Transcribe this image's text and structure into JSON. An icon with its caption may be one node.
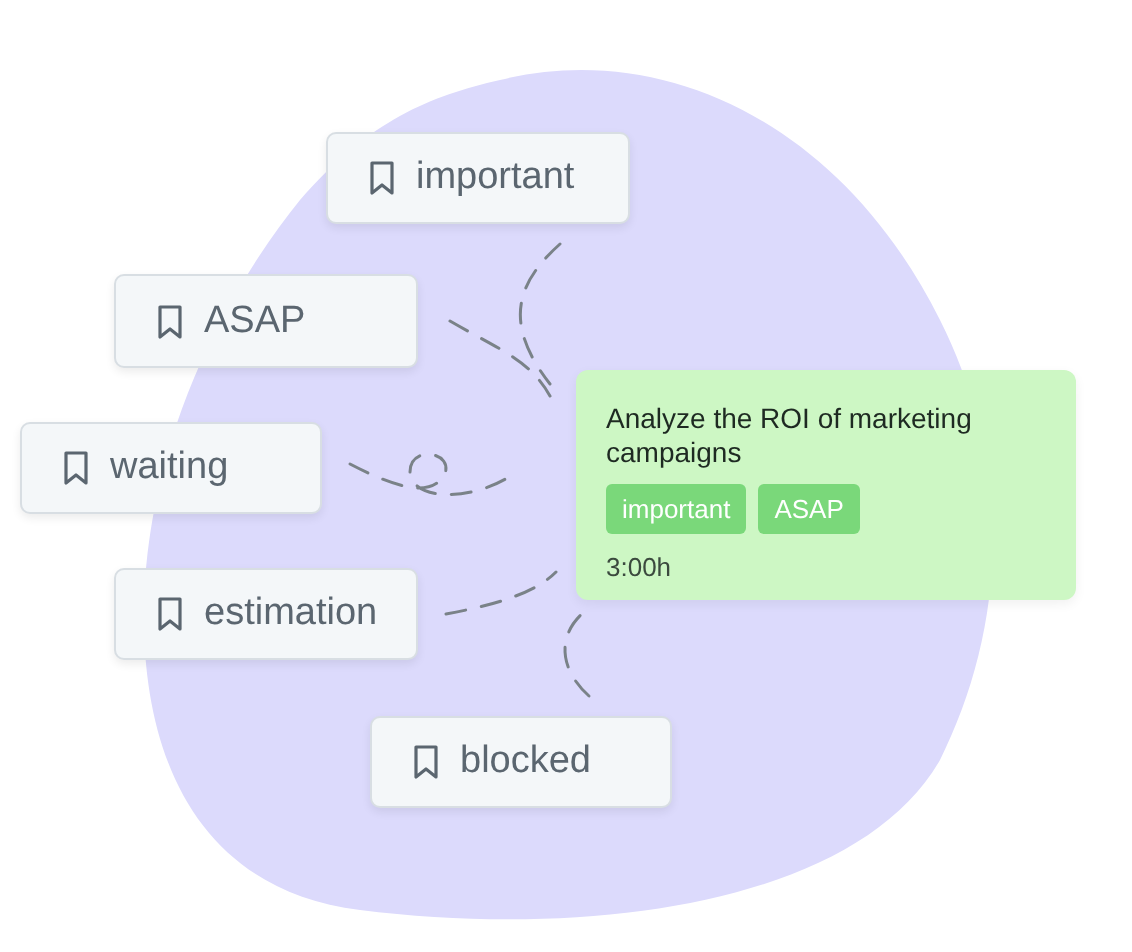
{
  "diagram": {
    "nodes": [
      {
        "text": [
          "important"
        ]
      },
      {
        "text": [
          "ASAP"
        ]
      },
      {
        "text": [
          "waiting"
        ]
      },
      {
        "text": [
          "estimation"
        ]
      },
      {
        "text": [
          "blocked"
        ]
      },
      {
        "text": [
          "Analyze the ROI of marketing campaigns",
          "important",
          "ASAP",
          "3:00h"
        ]
      }
    ],
    "edges": [
      {
        "from": 0,
        "to": 5,
        "arrow": "none",
        "style": "dashed"
      },
      {
        "from": 1,
        "to": 5,
        "arrow": "none",
        "style": "dashed"
      },
      {
        "from": 2,
        "to": 5,
        "arrow": "none",
        "style": "dashed"
      },
      {
        "from": 3,
        "to": 5,
        "arrow": "none",
        "style": "dashed"
      },
      {
        "from": 4,
        "to": 5,
        "arrow": "none",
        "style": "dashed"
      }
    ]
  }
}
